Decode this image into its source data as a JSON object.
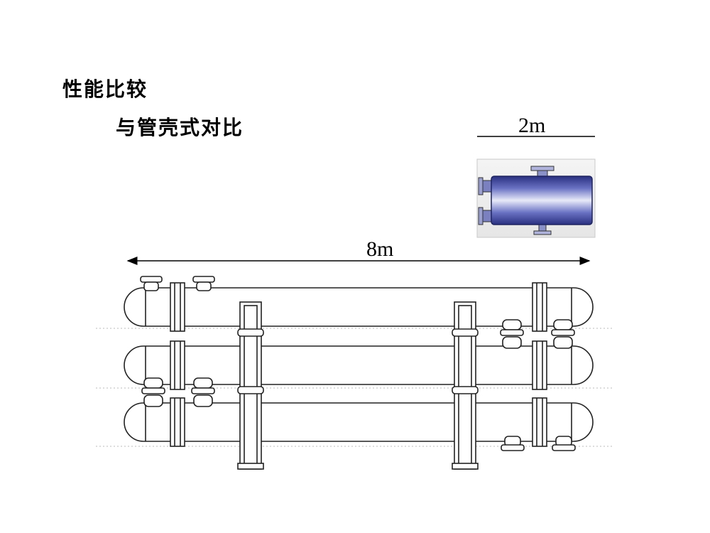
{
  "slide": {
    "title": "性能比较",
    "subtitle": "与管壳式对比"
  },
  "dimensions": {
    "small_length_label": "2m",
    "large_length_label": "8m"
  },
  "figures": {
    "compact_exchanger_icon": "compact-heat-exchanger",
    "shell_tube_exchanger_icon": "shell-and-tube-heat-exchanger",
    "compact_body_color": "#5a64b4"
  }
}
